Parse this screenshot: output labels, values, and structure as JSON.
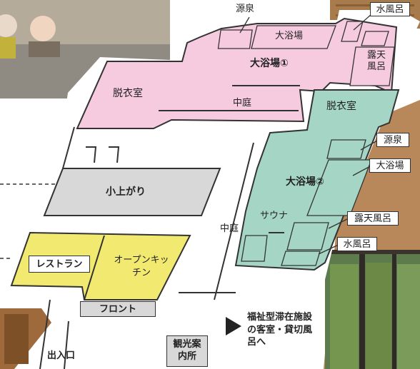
{
  "colors": {
    "pink": "#f6cbe0",
    "teal": "#a5d6c5",
    "gray": "#d8d8d8",
    "yellow": "#f2ea70",
    "outline": "#333333"
  },
  "icons": {
    "direction_arrow": "triangle-arrow-right"
  },
  "labels": {
    "gensen_top": "源泉",
    "mizuburo_top": "水風呂",
    "daiyokujo_top": "大浴場",
    "bath1_title": "大浴場①",
    "roten_top": "露天風呂",
    "datsuishitsu_1": "脱衣室",
    "nakaniwa_1": "中庭",
    "datsuishitsu_2": "脱衣室",
    "gensen_right": "源泉",
    "daiyokujo_right": "大浴場",
    "bath2_title": "大浴場②",
    "roten_right": "露天風呂",
    "sauna": "サウナ",
    "nakaniwa_2": "中庭",
    "mizuburo_right": "水風呂",
    "koagari": "小上がり",
    "restaurant": "レストラン",
    "open_kitchen": "オープンキッチン",
    "front": "フロント",
    "kanko_annai": "観光案内所",
    "welfare_note": "福祉型滞在施設の客室・貸切風呂へ",
    "entrance": "出入口"
  }
}
